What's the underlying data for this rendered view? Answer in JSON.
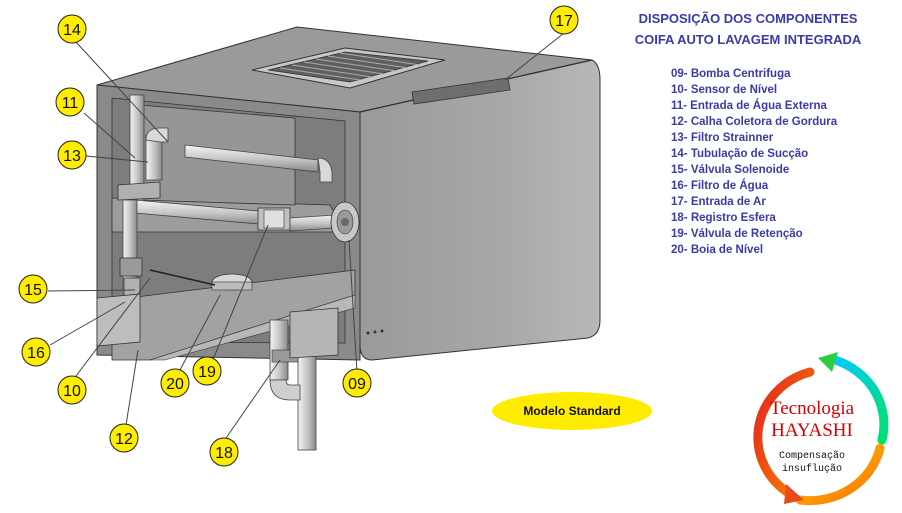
{
  "title_line1": "DISPOSIÇÃO DOS COMPONENTES",
  "title_line2": "COIFA AUTO LAVAGEM INTEGRADA",
  "legend": [
    "09- Bomba Centrifuga",
    "10- Sensor de Nível",
    "11- Entrada de Água Externa",
    "12- Calha Coletora de Gordura",
    "13- Filtro Strainner",
    "14- Tubulação de Sucção",
    "15- Válvula Solenoide",
    "16- Filtro de Água",
    "17- Entrada de Ar",
    "18- Registro Esfera",
    "19- Válvula de Retenção",
    "20- Boia de Nível"
  ],
  "callouts": [
    "14",
    "17",
    "11",
    "13",
    "15",
    "16",
    "10",
    "20",
    "19",
    "09",
    "12",
    "18"
  ],
  "badge_label": "Modelo Standard",
  "logo": {
    "line1": "Tecnologia",
    "line2": "HAYASHI",
    "line3": "Compensação",
    "line4": "insuflução"
  },
  "colors": {
    "legend_text": "#3a3aa8",
    "callout_fill": "#ffec00",
    "logo_red": "#d80000",
    "body_gray": "#8c8c8c"
  }
}
